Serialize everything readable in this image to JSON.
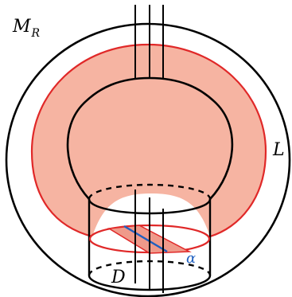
{
  "labels": {
    "manifold": "M",
    "manifold_subscript": "R",
    "surface": "L",
    "disk": "D",
    "arc": "α"
  },
  "colors": {
    "stroke": "#000000",
    "surface_fill": "#f6b4a2",
    "surface_outline": "#e02828",
    "band_fill": "#ef9a8a",
    "arc": "#1f5fbf"
  }
}
